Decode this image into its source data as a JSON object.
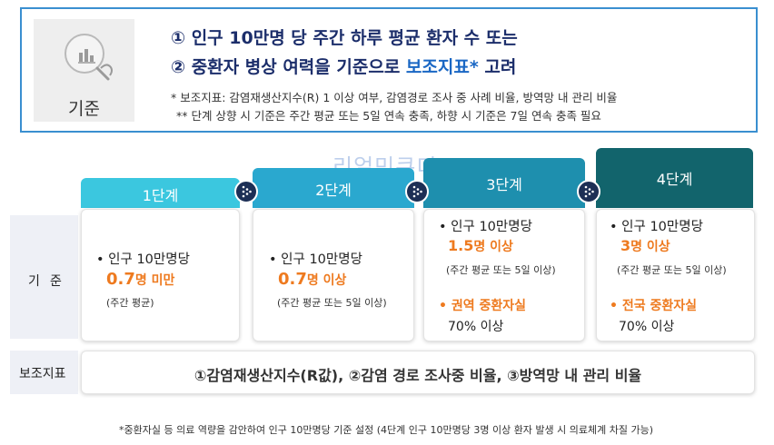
{
  "criteria": {
    "label": "기준",
    "line1": "① 인구 10만명 당 주간 하루 평균 환자 수 또는",
    "line2_pre": "② 중환자 병상 여력을 기준으로 ",
    "line2_hl": "보조지표*",
    "line2_post": " 고려",
    "note1": "* 보조지표: 감염재생산지수(R) 1 이상 여부, 감염경로 조사 중 사례 비율, 방역망 내 관리 비율",
    "note2": "** 단계 상향 시 기준은 주간 평균 또는 5일 연속 충족, 하향 시 기준은 7일 연속 충족 필요"
  },
  "watermark": "리얼민쿠디",
  "row_labels": {
    "criteria_1": "기",
    "criteria_2": "준",
    "aux": "보조지표"
  },
  "stages": [
    {
      "title": "1단계",
      "bullet": "• 인구 10만명당",
      "value": "0.7",
      "value_unit": "명 미만",
      "note": "(주간 평균)"
    },
    {
      "title": "2단계",
      "bullet": "• 인구 10만명당",
      "value": "0.7",
      "value_unit": "명 이상",
      "note": "(주간 평균 또는 5일 이상)"
    },
    {
      "title": "3단계",
      "bullet": "• 인구 10만명당",
      "value": "1.5",
      "value_unit": "명 이상",
      "note": "(주간 평균 또는 5일 이상)",
      "icu_label": "• 권역 중환자실",
      "icu_value": "70% 이상"
    },
    {
      "title": "4단계",
      "bullet": "• 인구 10만명당",
      "value": "3",
      "value_unit": "명 이상",
      "note": "(주간 평균 또는 5일 이상)",
      "icu_label": "• 전국 중환자실",
      "icu_value": "70% 이상"
    }
  ],
  "aux_text": "①감염재생산지수(R값), ②감염 경로 조사중 비율, ③방역망 내 관리 비율",
  "footnote": "*중환자실 등 의료 역량을 감안하여 인구 10만명당 기준 설정 (4단계 인구 10만명당 3명 이상 환자 발생 시 의료체계 차질 가능)",
  "colors": {
    "border_blue": "#3a8fd0",
    "highlight_blue": "#1a67c4",
    "navy_text": "#1c2e6b",
    "stage1": "#3bc7df",
    "stage2": "#2aa8cf",
    "stage3": "#1e8fae",
    "stage4": "#12646c",
    "orange": "#ee7a1f",
    "arrow_badge": "#1d2f55"
  },
  "icons": {
    "criteria": "magnifier-chart-hand-icon",
    "stage_arrow": "right-arrow-badge-icon"
  }
}
